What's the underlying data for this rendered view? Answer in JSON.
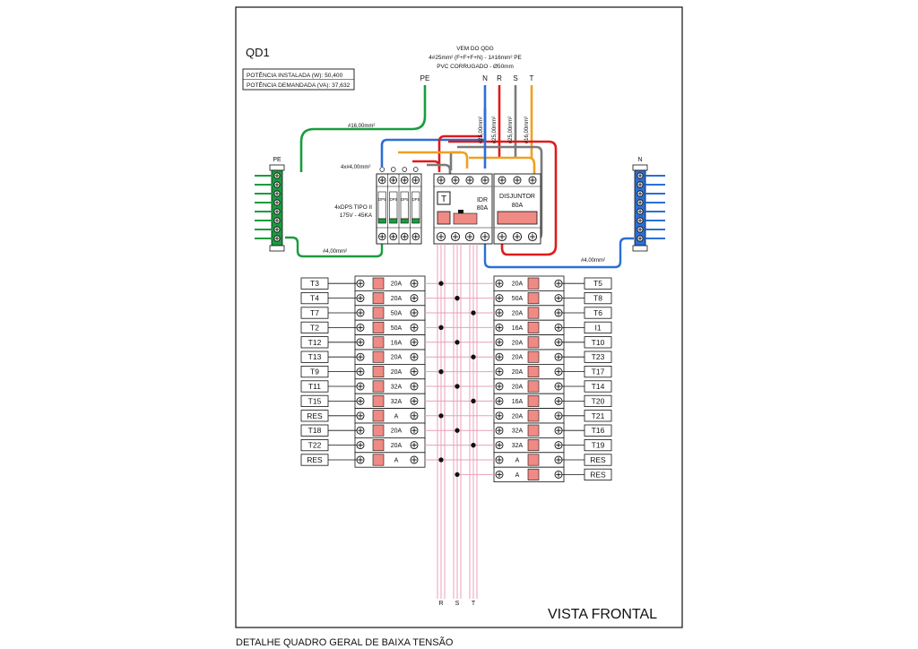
{
  "panel_id": "QD1",
  "ratings": {
    "installed": "POTÊNCIA INSTALADA (W): 50,400",
    "demanded": "POTÊNCIA DEMANDADA (VA): 37,632"
  },
  "feeder": {
    "line1": "VEM DO QDG",
    "line2": "4#25mm² (F+F+F+N) - 1#16mm² PE",
    "line3": "PVC CORRUGADO - Ø50mm"
  },
  "phase_labels": {
    "pe": "PE",
    "n": "N",
    "r": "R",
    "s": "S",
    "t": "T"
  },
  "cable_labels": {
    "pe_main": "#16,00mm²",
    "dps_feed": "4x#4,00mm²",
    "pe_bottom": "#4,00mm²",
    "n_bottom": "#4,00mm²",
    "vertical": [
      "#25,00mm²",
      "#25,00mm²",
      "#25,00mm²",
      "#16,00mm²"
    ]
  },
  "dps": {
    "tag": "DP5",
    "caption1": "4xDPS TIPO II",
    "caption2": "175V - 45KA"
  },
  "idr": {
    "test_button": "T",
    "label": "IDR",
    "rating": "80A"
  },
  "main_breaker": {
    "label": "DISJUNTOR",
    "rating": "80A"
  },
  "busbars": {
    "left": "PE",
    "right": "N"
  },
  "left_breakers": [
    {
      "rating": "20A",
      "labels": [
        "T3"
      ]
    },
    {
      "rating": "20A",
      "labels": [
        "T4"
      ]
    },
    {
      "rating": "50A",
      "labels": [
        "T7"
      ]
    },
    {
      "rating": "50A",
      "labels": [
        "T2"
      ]
    },
    {
      "rating": "16A",
      "labels": [
        "T12"
      ]
    },
    {
      "rating": "20A",
      "labels": [
        "T13"
      ]
    },
    {
      "rating": "20A",
      "labels": [
        "T9"
      ]
    },
    {
      "rating": "32A",
      "labels": [
        "T11"
      ]
    },
    {
      "rating": "32A",
      "labels": [
        "T15"
      ]
    },
    {
      "rating": "A",
      "labels": [
        "RES"
      ]
    },
    {
      "rating": "20A",
      "labels": [
        "T18"
      ]
    },
    {
      "rating": "20A",
      "labels": [
        "T22"
      ]
    },
    {
      "rating": "A",
      "labels": [
        "RES"
      ]
    }
  ],
  "right_breakers": [
    {
      "rating": "20A",
      "labels": [
        "T5"
      ]
    },
    {
      "rating": "50A",
      "labels": [
        "T8"
      ]
    },
    {
      "rating": "20A",
      "labels": [
        "T6"
      ]
    },
    {
      "rating": "16A",
      "labels": [
        "I1"
      ]
    },
    {
      "rating": "20A",
      "labels": [
        "T10"
      ]
    },
    {
      "rating": "20A",
      "labels": [
        "T23"
      ]
    },
    {
      "rating": "20A",
      "labels": [
        "T17"
      ]
    },
    {
      "rating": "20A",
      "labels": [
        "T14"
      ]
    },
    {
      "rating": "16A",
      "labels": [
        "T20"
      ]
    },
    {
      "rating": "20A",
      "labels": [
        "T21"
      ]
    },
    {
      "rating": "32A",
      "labels": [
        "T16"
      ]
    },
    {
      "rating": "32A",
      "labels": [
        "T19"
      ]
    },
    {
      "rating": "A",
      "labels": [
        "RES"
      ]
    },
    {
      "rating": "A",
      "labels": [
        "RES"
      ]
    }
  ],
  "bus_phase_labels": [
    "R",
    "S",
    "T"
  ],
  "view_title": "VISTA FRONTAL",
  "caption": "DETALHE QUADRO GERAL DE BAIXA TENSÃO",
  "colors": {
    "pe": "#1a9c3e",
    "neutral": "#2b6fd6",
    "phase_r": "#e01b1b",
    "phase_s": "#7a7a7a",
    "phase_t": "#f0a020",
    "breaker_body": "#f08a84",
    "bus_bar": "#e8a0b8",
    "line": "#111111"
  }
}
